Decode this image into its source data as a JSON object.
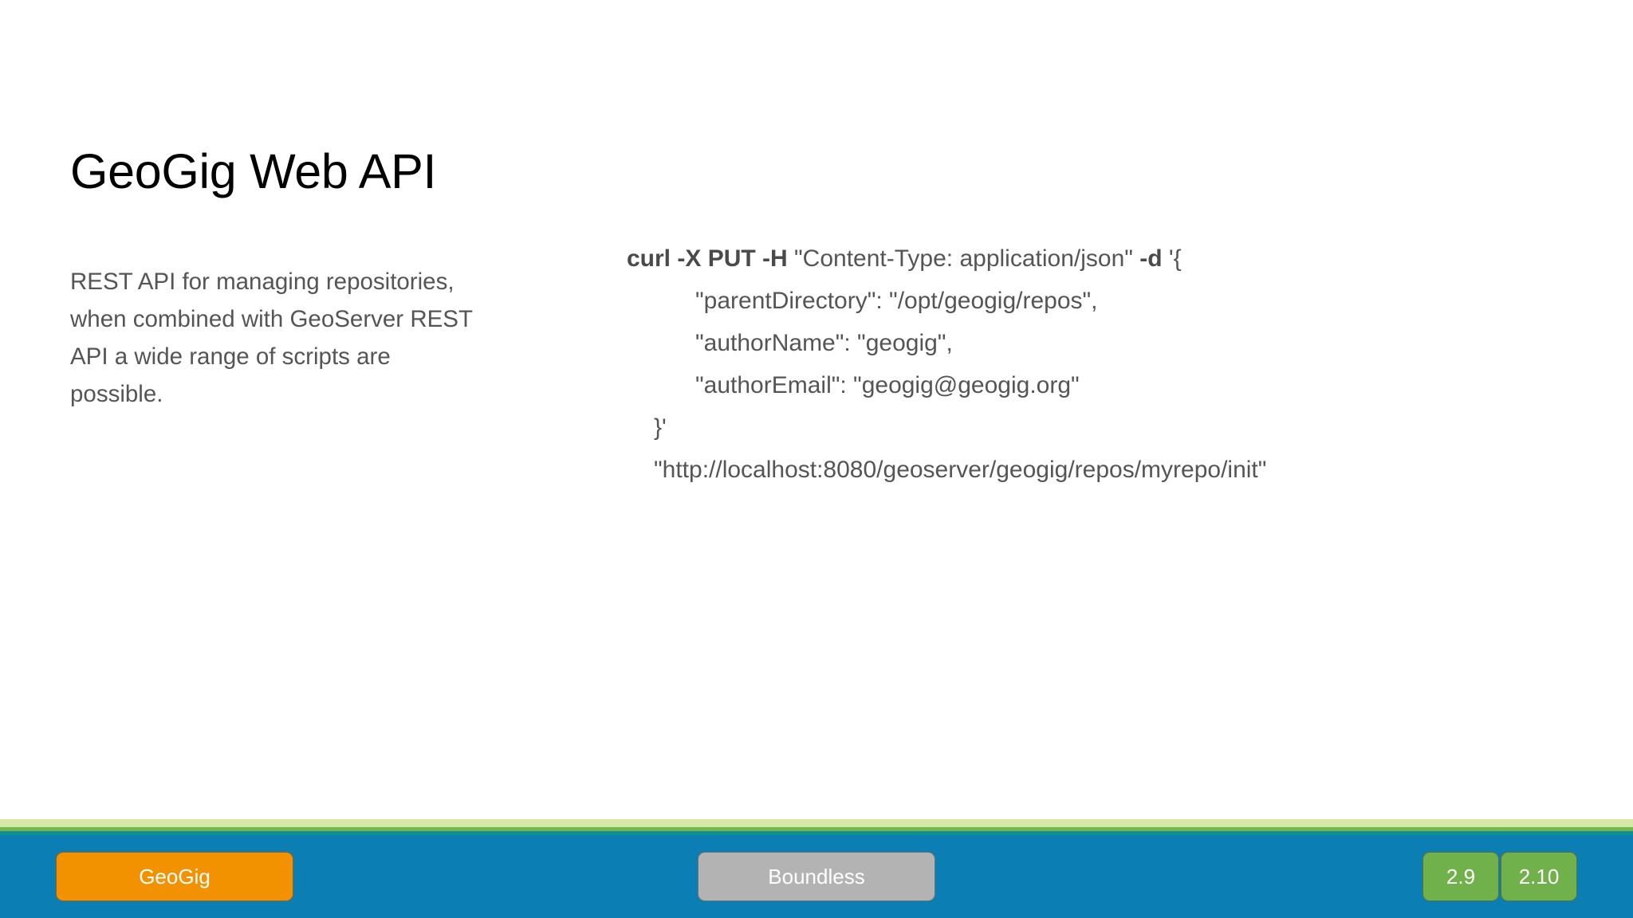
{
  "slide": {
    "title": "GeoGig Web API",
    "body_lines": [
      "REST API for managing repositories,",
      "when combined with GeoServer REST",
      "API a wide range of scripts are",
      "possible."
    ],
    "code_block": {
      "lines": [
        {
          "indent": 0,
          "bold": "curl -X PUT -H",
          "rest": " \"Content-Type: application/json\" ",
          "bold2": "-d",
          "rest2": " '{"
        },
        {
          "indent": 2,
          "text": "\"parentDirectory\": \"/opt/geogig/repos\","
        },
        {
          "indent": 2,
          "text": "\"authorName\": \"geogig\","
        },
        {
          "indent": 2,
          "text": "\"authorEmail\": \"geogig@geogig.org\""
        },
        {
          "indent": 1,
          "text": "}'"
        },
        {
          "indent": 1,
          "text": "\"http://localhost:8080/geoserver/geogig/repos/myrepo/init\""
        }
      ]
    }
  },
  "footer": {
    "brand_button": "GeoGig",
    "company_button": "Boundless",
    "version_badges": [
      "2.9",
      "2.10"
    ],
    "colors": {
      "bar": "#0b7fb4",
      "stripe_lime": "#d6e9a3",
      "stripe_green": "#76b64a",
      "stripe_teal": "#0f8f90",
      "brand": "#f39200",
      "company": "#b3b3b3",
      "badge": "#71b14c"
    }
  }
}
